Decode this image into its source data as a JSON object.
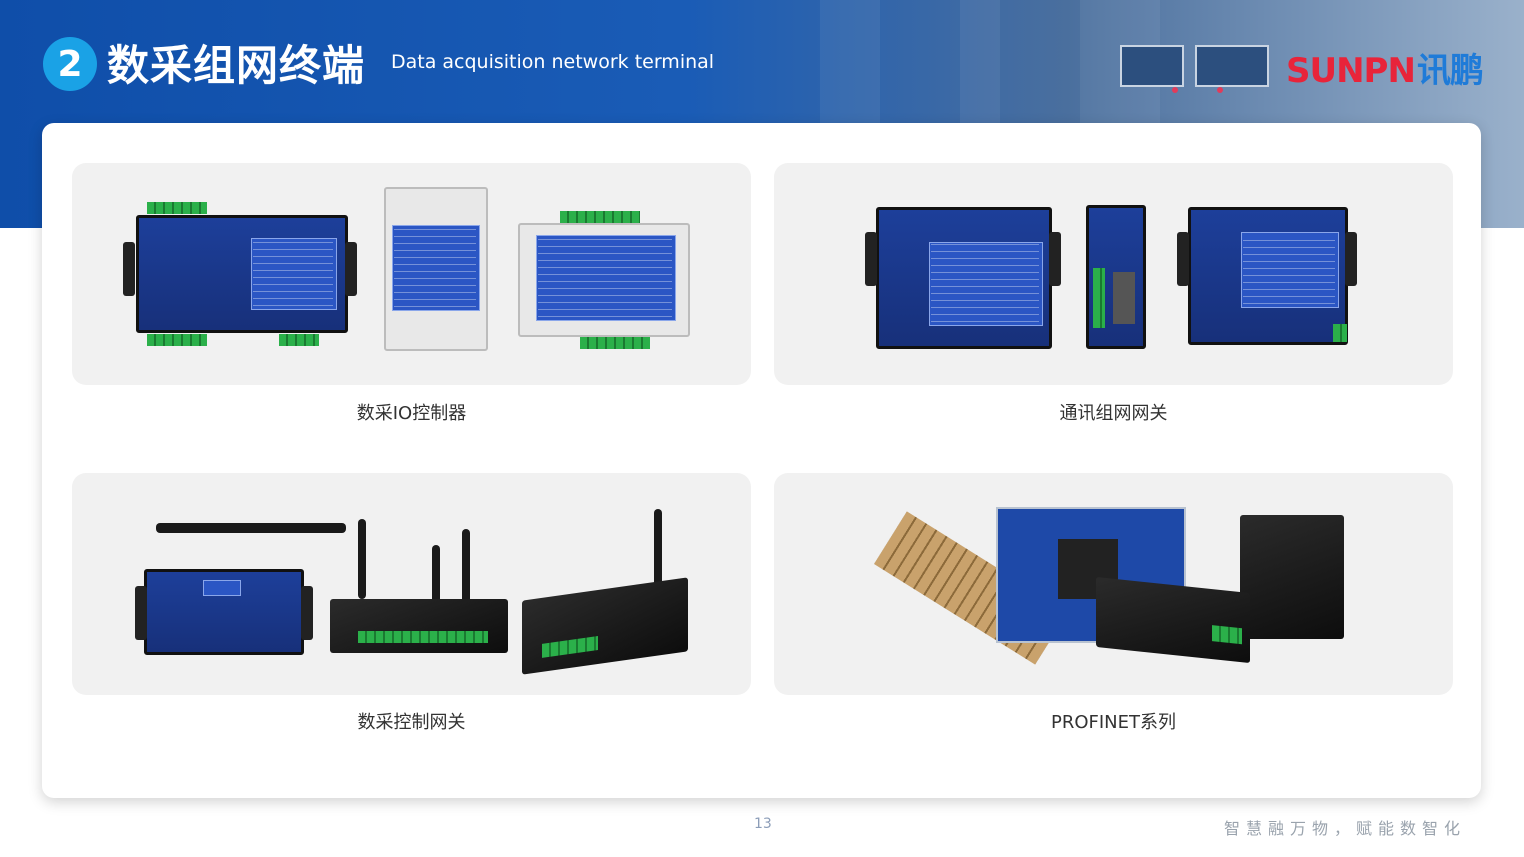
{
  "header": {
    "number": "2",
    "title_cn": "数采组网终端",
    "title_en": "Data acquisition network terminal",
    "logo_en": "SUNPN",
    "logo_cn": "讯鹏"
  },
  "panels": [
    {
      "caption": "数采IO控制器"
    },
    {
      "caption": "通讯组网网关"
    },
    {
      "caption": "数采控制网关"
    },
    {
      "caption": "PROFINET系列"
    }
  ],
  "footer": {
    "page_number": "13",
    "slogan": "智慧融万物，赋能数智化"
  },
  "colors": {
    "header_blue": "#0f4ea9",
    "number_circle": "#1aa2e6",
    "logo_red": "#e8243a",
    "logo_blue": "#1f7bd8"
  }
}
